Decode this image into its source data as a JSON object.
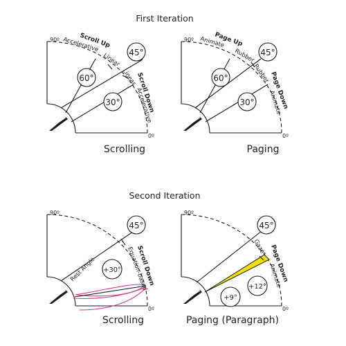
{
  "headings": {
    "first": "First Iteration",
    "second": "Second Iteration"
  },
  "panels": {
    "first_scrolling": {
      "caption": "Scrolling",
      "up_label": "Scroll Up",
      "down_label": "Scroll Down",
      "up_outer": "Accelerative",
      "up_inner": "Linear",
      "down_inner": "Linear",
      "down_outer": "Accelerative",
      "deg90": "90º",
      "deg0": "0º",
      "c45": "45°",
      "c60": "60°",
      "c30": "30°"
    },
    "first_paging": {
      "caption": "Paging",
      "up_label": "Page Up",
      "down_label": "Page Down",
      "up_outer": "Animate",
      "up_inner": "Rubber",
      "down_inner": "Rubber",
      "down_outer": "Animate",
      "deg90": "90º",
      "deg0": "0º",
      "c45": "45°",
      "c60": "60°",
      "c30": "30°"
    },
    "second_scrolling": {
      "caption": "Scrolling",
      "rest_label": "Rest Angle",
      "down_label": "Scroll Down",
      "down_inner": "Equation-based",
      "deg90": "90º",
      "deg0": "0º",
      "c45": "45°",
      "cplus30": "+30°"
    },
    "second_paging": {
      "caption": "Paging (Paragraph)",
      "gaze_label": "Gaze*",
      "down_label": "Page Down",
      "down_inner": "Animate",
      "deg90": "90º",
      "deg0": "0º",
      "c45": "45°",
      "cplus9": "+9°",
      "cplus12": "+12°"
    }
  },
  "colors": {
    "ink": "#1a1a1a",
    "rest_band": "#d63a8a",
    "gaze_fill": "#f2e000"
  },
  "icons": [
    "pen-icon"
  ]
}
